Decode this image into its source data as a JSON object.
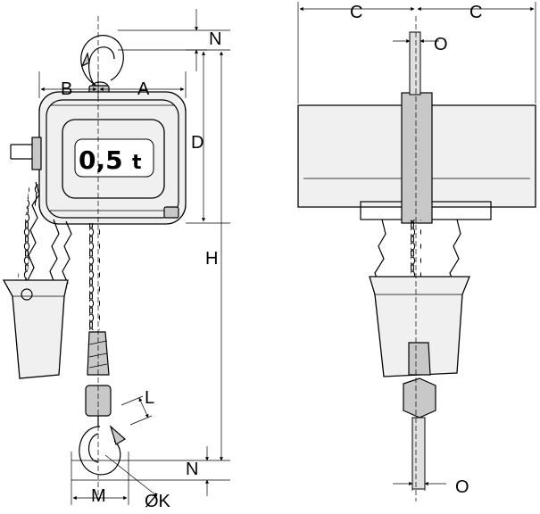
{
  "capacity": {
    "value": "0,5",
    "unit": "t"
  },
  "dimension_labels": {
    "A": "A",
    "B": "B",
    "C": "C",
    "D": "D",
    "H": "H",
    "L": "L",
    "M": "M",
    "N": "N",
    "O": "O",
    "K": "ØK"
  }
}
